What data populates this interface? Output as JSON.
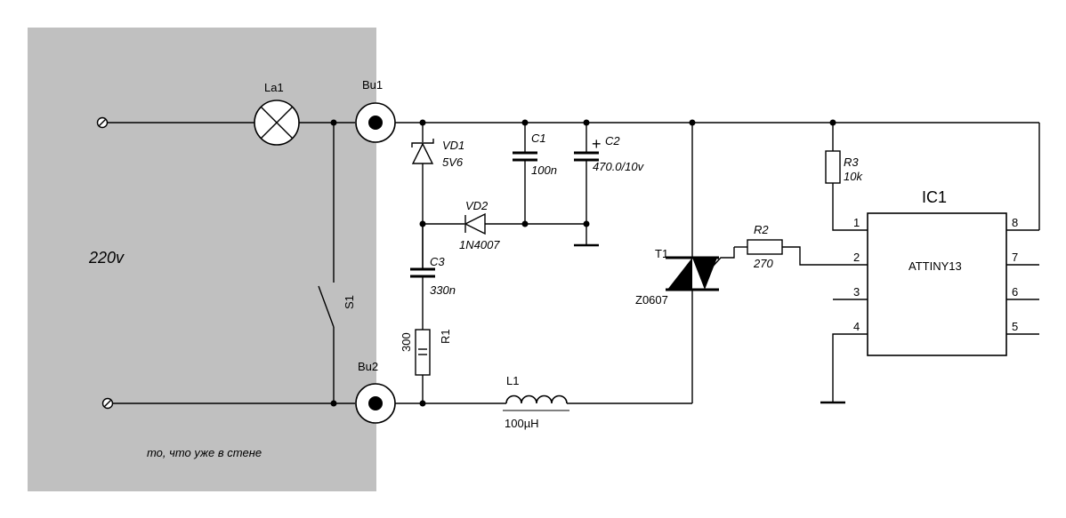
{
  "wall_zone": {
    "voltage_label": "220v",
    "caption": "то, что уже в стене",
    "fill_color": "#c0c0c0"
  },
  "components": {
    "lamp": {
      "ref": "La1"
    },
    "switch": {
      "ref": "S1"
    },
    "terminal_top": {
      "ref": "Bu1"
    },
    "terminal_bottom": {
      "ref": "Bu2"
    },
    "zener": {
      "ref": "VD1",
      "value": "5V6"
    },
    "diode": {
      "ref": "VD2",
      "value": "1N4007"
    },
    "cap_c1": {
      "ref": "C1",
      "value": "100n"
    },
    "cap_c2": {
      "ref": "C2",
      "value": "470.0/10v",
      "polarity": "+"
    },
    "cap_c3": {
      "ref": "C3",
      "value": "330n"
    },
    "resistor_r1": {
      "ref": "R1",
      "value": "300"
    },
    "inductor": {
      "ref": "L1",
      "value": "100µH"
    },
    "triac": {
      "ref": "T1",
      "value": "Z0607"
    },
    "resistor_r2": {
      "ref": "R2",
      "value": "270"
    },
    "resistor_r3": {
      "ref": "R3",
      "value": "10k"
    },
    "ic": {
      "ref": "IC1",
      "value": "ATTINY13",
      "pins": {
        "p1": "1",
        "p2": "2",
        "p3": "3",
        "p4": "4",
        "p5": "5",
        "p6": "6",
        "p7": "7",
        "p8": "8"
      }
    }
  }
}
